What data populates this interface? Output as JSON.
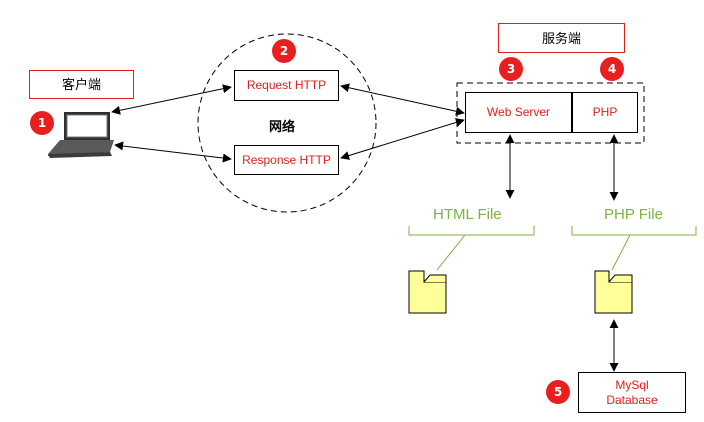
{
  "colors": {
    "accent_red": "#e81f1f",
    "text_red": "#e0201c",
    "green": "#7cb342",
    "folder_fill": "#ffff99"
  },
  "client": {
    "label": "客户端",
    "badge": "1",
    "icon": "laptop-icon"
  },
  "network": {
    "label": "网络",
    "badge": "2",
    "request": "Request HTTP",
    "response": "Response HTTP"
  },
  "server": {
    "label": "服务端",
    "web_server": "Web Server",
    "web_badge": "3",
    "php": "PHP",
    "php_badge": "4"
  },
  "files": {
    "html": "HTML File",
    "php": "PHP File",
    "icon": "folder-icon"
  },
  "database": {
    "line1": "MySql",
    "line2": "Database",
    "badge": "5"
  }
}
